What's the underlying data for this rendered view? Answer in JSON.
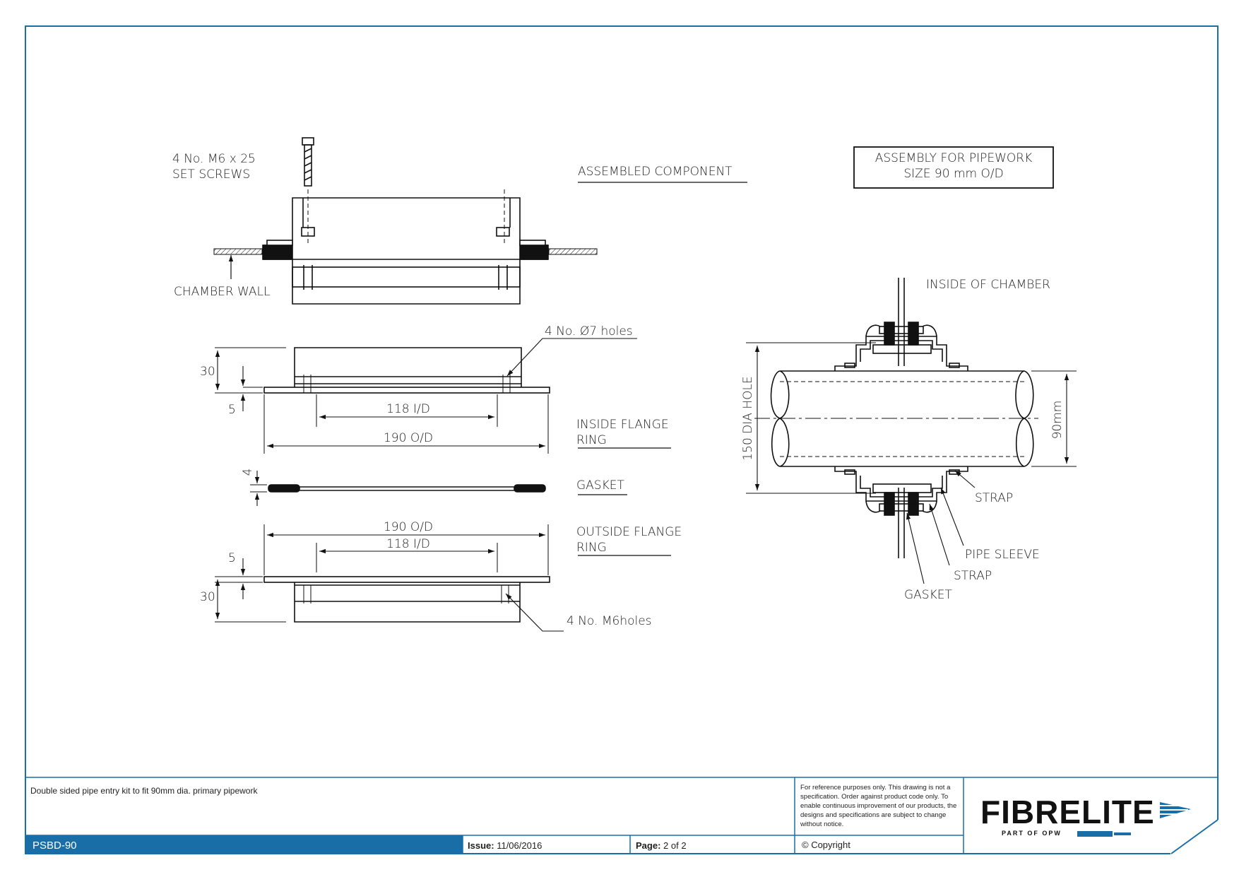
{
  "labels": {
    "set_screws_1": "4 No. M6 x 25",
    "set_screws_2": "SET SCREWS",
    "assembled_component": "ASSEMBLED COMPONENT",
    "assembly_title_1": "ASSEMBLY FOR PIPEWORK",
    "assembly_title_2": "SIZE 90 mm O/D",
    "chamber_wall": "CHAMBER WALL",
    "holes_7": "4 No. Ø7 holes",
    "dim_30_top": "30",
    "dim_5_top": "5",
    "dim_118_top": "118 I/D",
    "dim_190_top": "190 O/D",
    "inside_flange_1": "INSIDE FLANGE",
    "inside_flange_2": "RING",
    "dim_4": "4",
    "gasket": "GASKET",
    "dim_190_bot": "190 O/D",
    "dim_118_bot": "118 I/D",
    "outside_flange_1": "OUTSIDE FLANGE",
    "outside_flange_2": "RING",
    "dim_5_bot": "5",
    "dim_30_bot": "30",
    "m6_holes": "4 No. M6holes",
    "inside_chamber": "INSIDE OF CHAMBER",
    "dia_hole": "150 DIA HOLE",
    "dim_90mm": "90mm",
    "strap_1": "STRAP",
    "pipe_sleeve": "PIPE SLEEVE",
    "strap_2": "STRAP",
    "gasket_2": "GASKET"
  },
  "title_block": {
    "description": "Double sided pipe entry kit to fit 90mm dia. primary pipework",
    "note": "For reference purposes only. This drawing is not a specification. Order against product code only.  To enable continuous improvement of our products, the designs and specifications are subject to change without notice.",
    "drawing_number": "PSBD-90",
    "issue_label": "Issue:",
    "issue_value": "11/06/2016",
    "page_label": "Page:",
    "page_value": "2 of 2",
    "copyright": "© Copyright",
    "logo_word": "FIBRELITE",
    "logo_sub": "PART OF OPW"
  },
  "colors": {
    "border": "#1a6ea8",
    "title_band": "#1a6ea8",
    "ink": "#111111"
  }
}
